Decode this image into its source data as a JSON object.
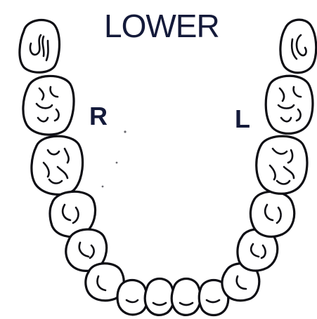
{
  "title": "LOWER",
  "side_labels": {
    "right": "R",
    "left": "L"
  },
  "colors": {
    "ink": "#0e0e14",
    "label": "#141a3a",
    "background": "#ffffff"
  },
  "arch": "lower",
  "teeth": [
    {
      "side": "right",
      "type": "molar"
    },
    {
      "side": "right",
      "type": "molar"
    },
    {
      "side": "right",
      "type": "molar"
    },
    {
      "side": "right",
      "type": "premolar"
    },
    {
      "side": "right",
      "type": "premolar"
    },
    {
      "side": "right",
      "type": "canine"
    },
    {
      "side": "right",
      "type": "incisor"
    },
    {
      "side": "right",
      "type": "incisor"
    },
    {
      "side": "left",
      "type": "incisor"
    },
    {
      "side": "left",
      "type": "incisor"
    },
    {
      "side": "left",
      "type": "canine"
    },
    {
      "side": "left",
      "type": "premolar"
    },
    {
      "side": "left",
      "type": "premolar"
    },
    {
      "side": "left",
      "type": "molar"
    },
    {
      "side": "left",
      "type": "molar"
    },
    {
      "side": "left",
      "type": "molar"
    }
  ]
}
